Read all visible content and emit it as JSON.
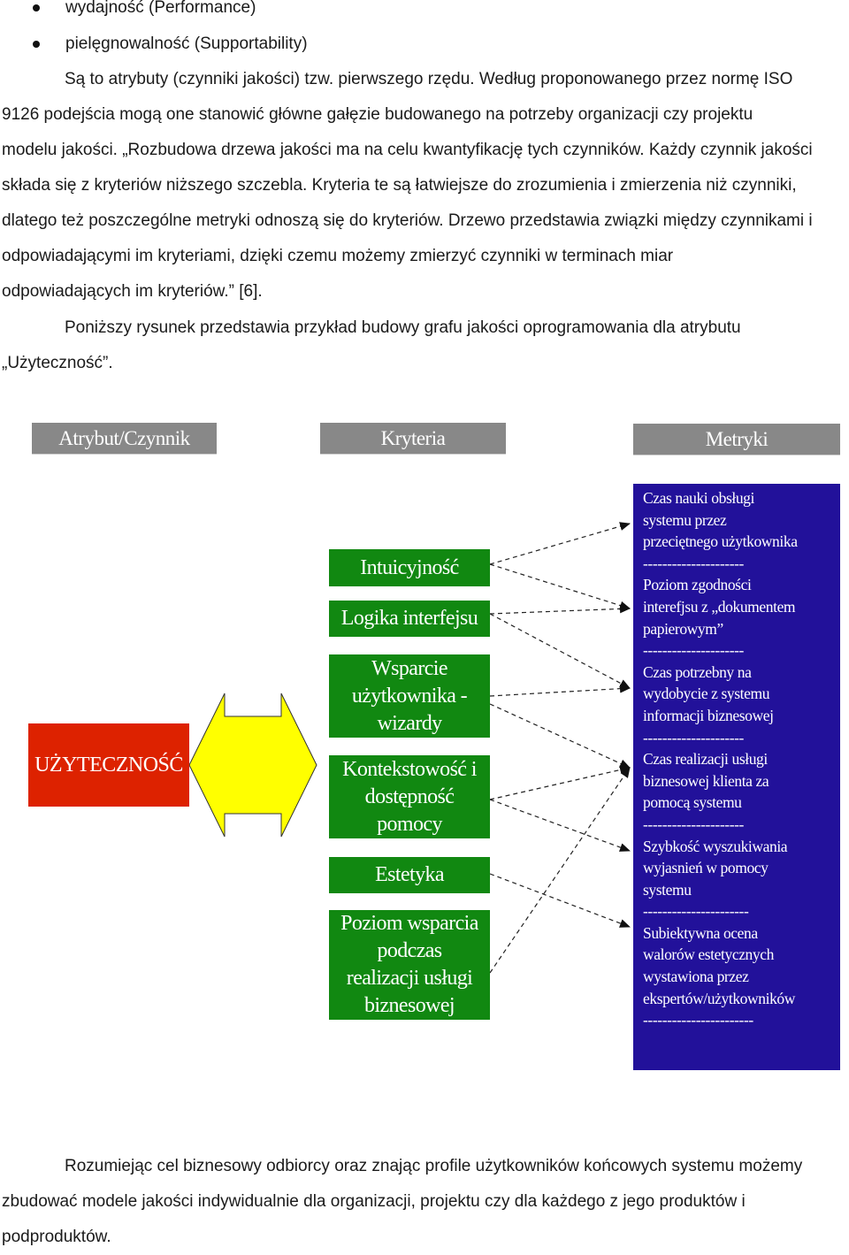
{
  "bullets": [
    "wydajność (Performance)",
    "pielęgnowalność (Supportability)"
  ],
  "paragraph1": [
    "Są to atrybuty (czynniki jakości) tzw. pierwszego rzędu. Według proponowanego przez normę ISO",
    "9126 podejścia mogą one stanowić główne gałęzie budowanego na potrzeby organizacji czy projektu",
    "modelu jakości. „Rozbudowa drzewa jakości ma na  celu kwantyfikację tych czynników. Każdy czynnik jakości",
    "składa się z kryteriów niższego szczebla. Kryteria te są łatwiejsze do zrozumienia i zmierzenia niż czynniki,",
    "dlatego też poszczególne metryki odnoszą się do kryteriów. Drzewo przedstawia związki między czynnikami i",
    "odpowiadającymi im kryteriami, dzięki czemu możemy zmierzyć czynniki w terminach miar",
    "odpowiadających im kryteriów.” [6]."
  ],
  "paragraph2": [
    "Poniższy rysunek przedstawia przykład budowy grafu jakości oprogramowania dla atrybutu",
    "„Użyteczność”."
  ],
  "diagram": {
    "headers": {
      "attribute": "Atrybut/Czynnik",
      "criteria": "Kryteria",
      "metrics": "Metryki"
    },
    "attribute": "UŻYTECZNOŚĆ",
    "criteria": [
      [
        "Intuicyjność"
      ],
      [
        "Logika interfejsu"
      ],
      [
        "Wsparcie",
        "użytkownika -",
        "wizardy"
      ],
      [
        "Kontekstowość i",
        "dostępność",
        "pomocy"
      ],
      [
        "Estetyka"
      ],
      [
        "Poziom wsparcia",
        "podczas",
        "realizacji usługi",
        "biznesowej"
      ]
    ],
    "metrics": [
      "Czas nauki obsługi",
      "systemu przez",
      "przeciętnego użytkownika",
      "---------------------",
      "Poziom zgodności",
      "interefjsu z „dokumentem",
      "papierowym”",
      "---------------------",
      "Czas potrzebny na",
      "wydobycie z systemu",
      "informacji biznesowej",
      "---------------------",
      "Czas realizacji usługi",
      "biznesowej klienta za",
      "pomocą systemu",
      "---------------------",
      "Szybkość wyszukiwania",
      "wyjasnień w pomocy",
      "systemu",
      "----------------------",
      "Subiektywna ocena",
      "walorów estetycznych",
      "wystawiona przez",
      "ekspertów/użytkowników",
      "-----------------------"
    ],
    "colors": {
      "header": "#888888",
      "attribute": "#dd2200",
      "criteria": "#118811",
      "metrics": "#22119a",
      "double_arrow": "#ffff00"
    }
  },
  "paragraph3": [
    "Rozumiejąc cel biznesowy odbiorcy oraz znając profile użytkowników końcowych systemu możemy",
    "zbudować modele jakości indywidualnie dla organizacji, projektu czy dla każdego z jego produktów i",
    "podproduktów."
  ]
}
